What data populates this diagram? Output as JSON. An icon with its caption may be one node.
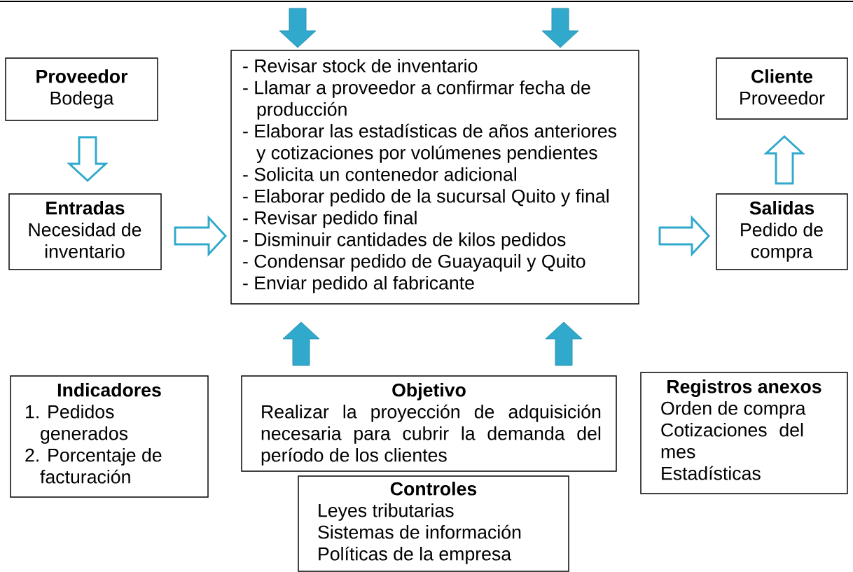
{
  "diagram": {
    "nodes": [
      {
        "text": [
          "Proveedor",
          "Bodega"
        ]
      },
      {
        "text": [
          "Entradas",
          "Necesidad de inventario"
        ]
      },
      {
        "text": [
          "- Revisar stock de inventario",
          "- Llamar a proveedor a confirmar fecha de producción",
          "- Elaborar las estadísticas de años anteriores y cotizaciones por volúmenes pendientes",
          "- Solicita un contenedor adicional",
          "- Elaborar pedido de la sucursal Quito y final",
          "- Revisar pedido final",
          "- Disminuir cantidades de kilos pedidos",
          "- Condensar pedido de Guayaquil y Quito",
          "- Enviar pedido al fabricante"
        ]
      },
      {
        "text": [
          "Cliente",
          "Proveedor"
        ]
      },
      {
        "text": [
          "Salidas",
          "Pedido de compra"
        ]
      },
      {
        "text": [
          "Indicadores",
          "1. Pedidos generados",
          "2. Porcentaje de facturación"
        ]
      },
      {
        "text": [
          "Objetivo",
          "Realizar la proyección de adquisición necesaria para cubrir la demanda del período de los clientes"
        ]
      },
      {
        "text": [
          "Registros anexos",
          "Orden de compra",
          "Cotizaciones del mes",
          "Estadísticas"
        ]
      },
      {
        "text": [
          "Controles",
          "Leyes tributarias",
          "Sistemas de información",
          "Políticas de la empresa"
        ]
      }
    ],
    "edges": [
      {
        "from": 0,
        "to": 1,
        "arrow": "to"
      },
      {
        "from": 1,
        "to": 2,
        "arrow": "to"
      },
      {
        "from": 2,
        "to": 4,
        "arrow": "to"
      },
      {
        "from": 4,
        "to": 3,
        "arrow": "to"
      },
      {
        "from": null,
        "to": 2,
        "arrow": "to",
        "style": "thick"
      },
      {
        "from": null,
        "to": 2,
        "arrow": "to",
        "style": "thick"
      },
      {
        "from": 6,
        "to": 2,
        "arrow": "to",
        "style": "thick"
      },
      {
        "from": 6,
        "to": 2,
        "arrow": "to",
        "style": "thick"
      }
    ]
  }
}
